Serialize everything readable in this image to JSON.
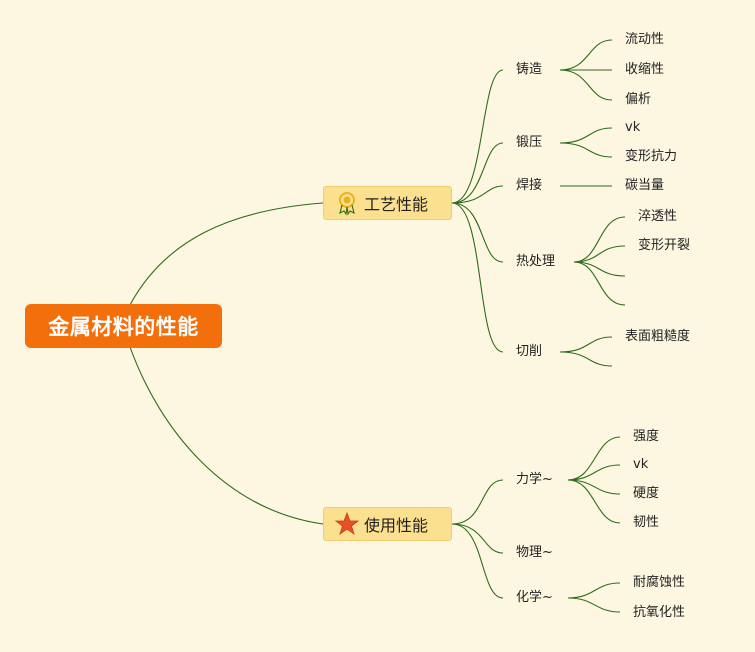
{
  "root": {
    "label": "金属材料的性能"
  },
  "branches": [
    {
      "label": "工艺性能",
      "icon": "award-medal-icon",
      "children": [
        {
          "label": "铸造",
          "children": [
            "流动性",
            "收缩性",
            "偏析"
          ]
        },
        {
          "label": "锻压",
          "children": [
            "vk",
            "变形抗力"
          ]
        },
        {
          "label": "焊接",
          "children": [
            "碳当量"
          ]
        },
        {
          "label": "热处理",
          "children": [
            "淬透性",
            "变形开裂",
            "",
            ""
          ]
        },
        {
          "label": "切削",
          "children": [
            "表面粗糙度",
            ""
          ]
        }
      ]
    },
    {
      "label": "使用性能",
      "icon": "star-icon",
      "children": [
        {
          "label": "力学~",
          "children": [
            "强度",
            "vk",
            "硬度",
            "韧性"
          ]
        },
        {
          "label": "物理~",
          "children": []
        },
        {
          "label": "化学~",
          "children": [
            "耐腐蚀性",
            "抗氧化性"
          ]
        }
      ]
    }
  ],
  "colors": {
    "background": "#fdf7e2",
    "root": "#f36f0c",
    "branch": "#fbe08f",
    "line": "#2f6b1c",
    "star": "#e8502a",
    "medal": "#e7b21e"
  }
}
